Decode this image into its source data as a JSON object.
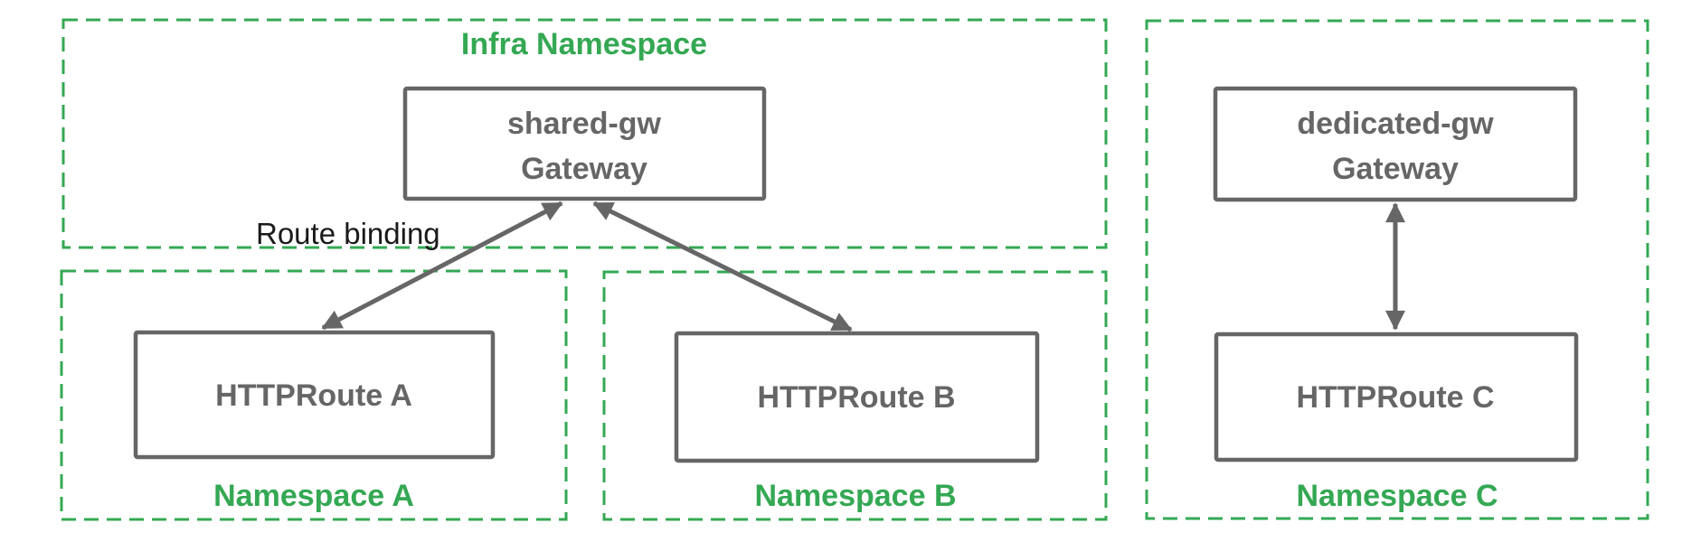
{
  "diagram": {
    "namespaces": [
      {
        "id": "infra",
        "label": "Infra Namespace"
      },
      {
        "id": "a",
        "label": "Namespace A"
      },
      {
        "id": "b",
        "label": "Namespace B"
      },
      {
        "id": "c",
        "label": "Namespace C"
      }
    ],
    "nodes": {
      "shared_gw": {
        "line1": "shared-gw",
        "line2": "Gateway"
      },
      "httproute_a": {
        "label": "HTTPRoute A"
      },
      "httproute_b": {
        "label": "HTTPRoute B"
      },
      "dedicated_gw": {
        "line1": "dedicated-gw",
        "line2": "Gateway"
      },
      "httproute_c": {
        "label": "HTTPRoute C"
      }
    },
    "edge_label": "Route binding",
    "colors": {
      "namespace_green": "#34a853",
      "node_gray": "#666666",
      "edge_label_black": "#1a1a1a",
      "background": "#ffffff"
    }
  }
}
